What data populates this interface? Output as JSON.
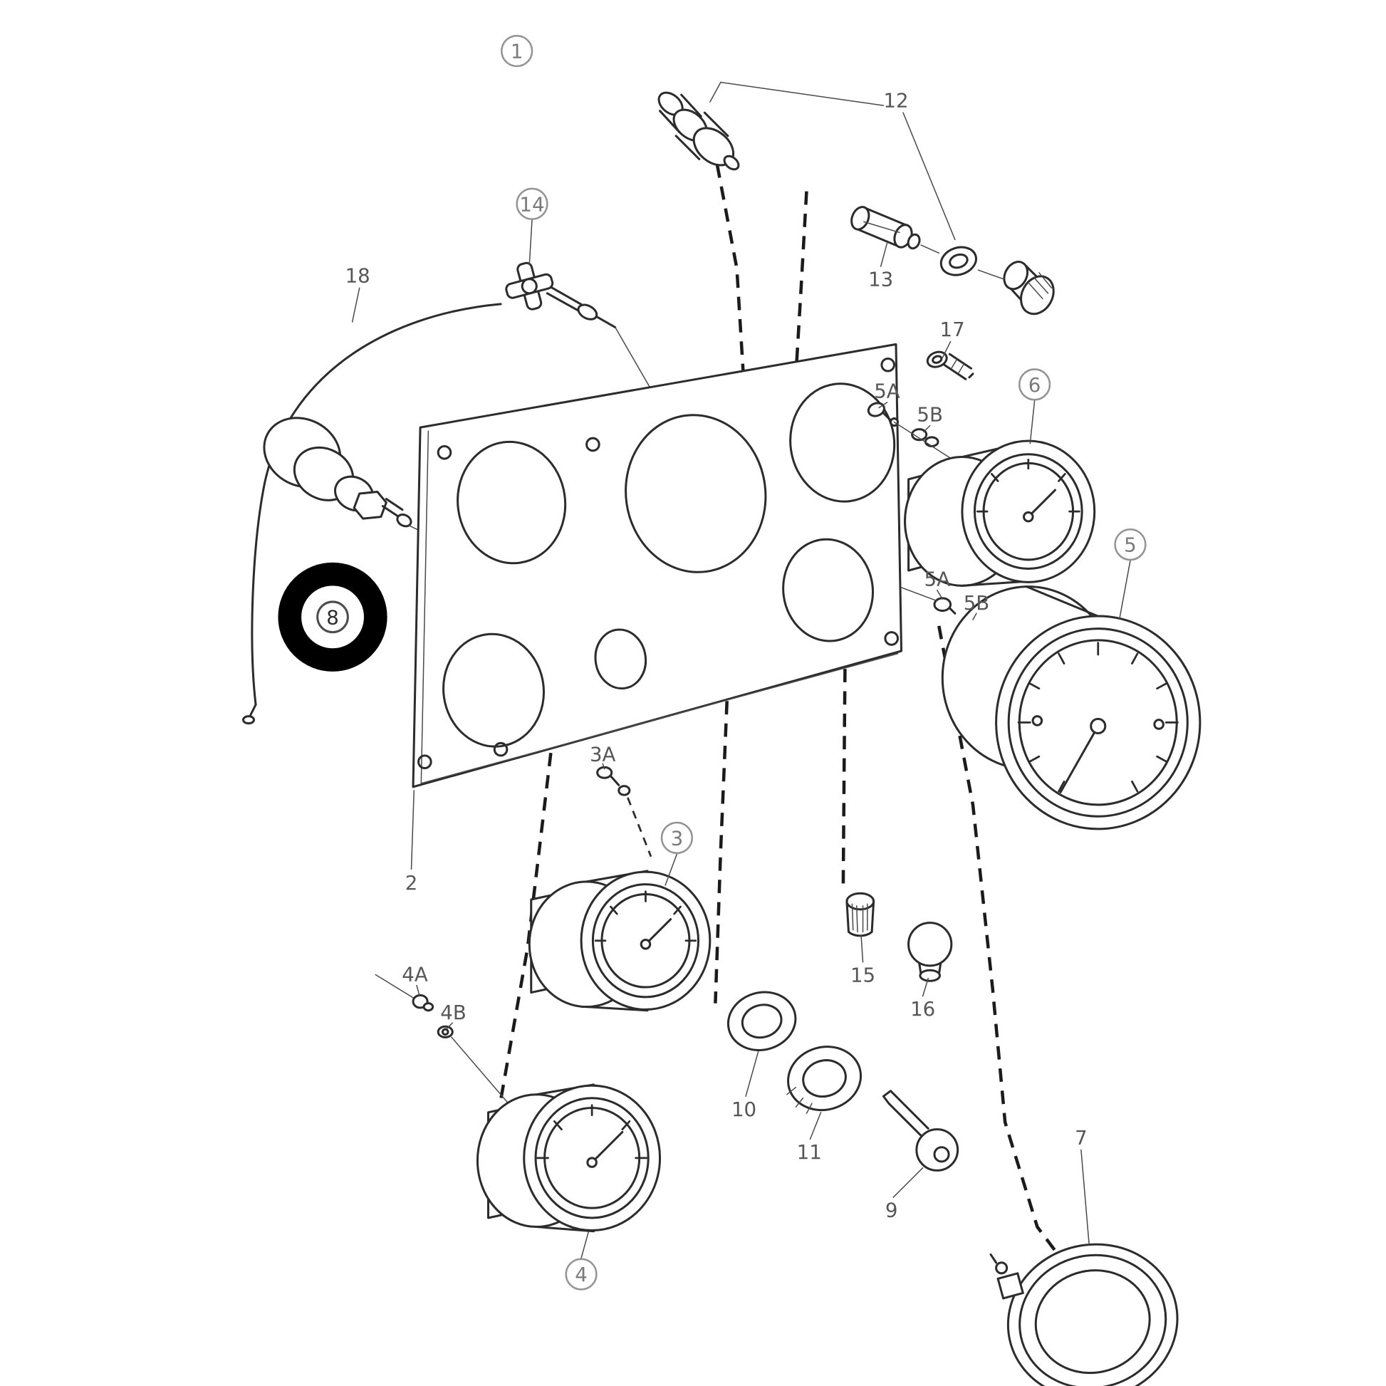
{
  "figure": {
    "type": "exploded-parts-diagram",
    "description": "instrument panel exploded view",
    "background": "#ffffff",
    "line_color": "#2c2c2c",
    "highlight_color": "#000000",
    "callout_color": "#565656"
  },
  "callouts": [
    {
      "label": "1",
      "circled": true
    },
    {
      "label": "12",
      "circled": false
    },
    {
      "label": "14",
      "circled": true
    },
    {
      "label": "18",
      "circled": false
    },
    {
      "label": "13",
      "circled": false
    },
    {
      "label": "17",
      "circled": false
    },
    {
      "label": "5A",
      "circled": false
    },
    {
      "label": "5B",
      "circled": false
    },
    {
      "label": "6",
      "circled": true
    },
    {
      "label": "5",
      "circled": true
    },
    {
      "label": "5A",
      "circled": false
    },
    {
      "label": "5B",
      "circled": false
    },
    {
      "label": "8",
      "circled": true,
      "highlighted": true
    },
    {
      "label": "2",
      "circled": false
    },
    {
      "label": "3A",
      "circled": false
    },
    {
      "label": "3",
      "circled": true
    },
    {
      "label": "15",
      "circled": false
    },
    {
      "label": "16",
      "circled": false
    },
    {
      "label": "4A",
      "circled": false
    },
    {
      "label": "4B",
      "circled": false
    },
    {
      "label": "10",
      "circled": false
    },
    {
      "label": "11",
      "circled": false
    },
    {
      "label": "9",
      "circled": false
    },
    {
      "label": "4",
      "circled": true
    },
    {
      "label": "7",
      "circled": false
    }
  ]
}
